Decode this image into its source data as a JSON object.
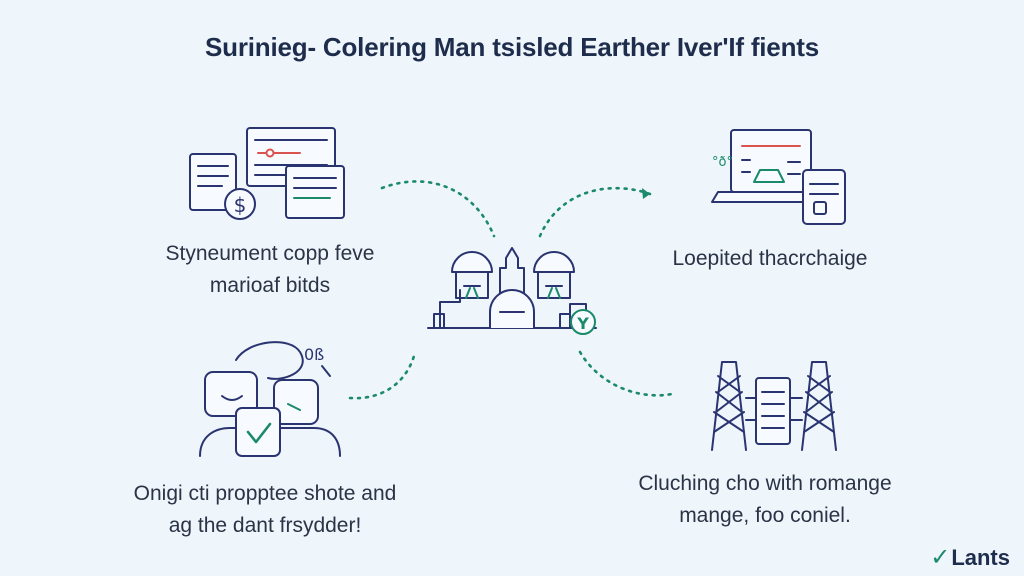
{
  "title": "Surinieg- Colering Man tsisled Earther Iver'If fients",
  "nodes": {
    "top_left": {
      "line1": "Styneument copp feve",
      "line2": "marioaf bitds"
    },
    "top_right": {
      "line1": "Loepited thacrchaige",
      "line2": ""
    },
    "bottom_left": {
      "line1": "Onigi cti propptee shote and",
      "line2": "ag the dant frsydder!"
    },
    "bottom_right": {
      "line1": "Cluching cho with romange",
      "line2": "mange, foo coniel."
    }
  },
  "center": {
    "badge": "Y"
  },
  "decor": {
    "phone_glyph": "°ð°",
    "bubble_glyph": "0ß",
    "coin_glyph": "$"
  },
  "brand": {
    "mark": "✓",
    "name": "Lants"
  },
  "colors": {
    "ink": "#2a3470",
    "accent_red": "#d9534f",
    "accent_green": "#1a8a6a",
    "background": "#eef5fb"
  }
}
